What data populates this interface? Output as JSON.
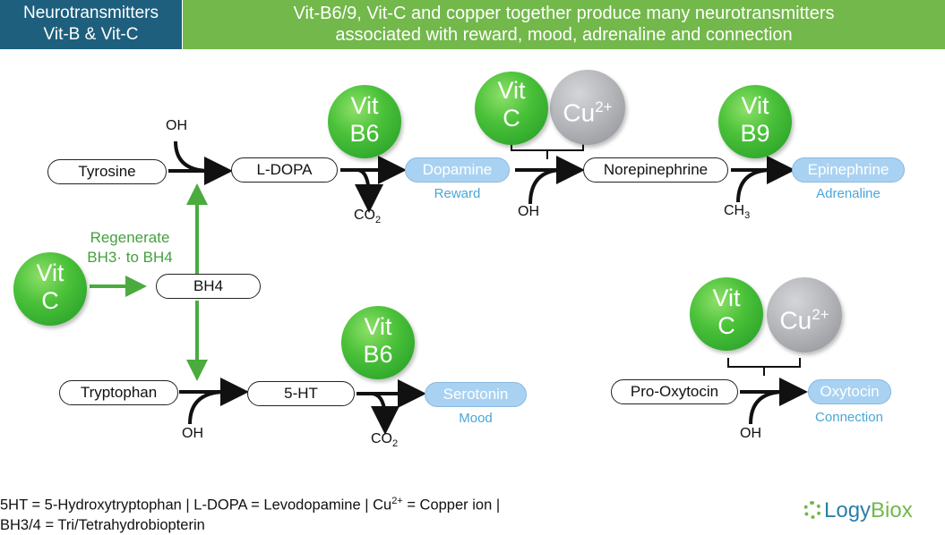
{
  "header": {
    "left_line1": "Neurotransmitters",
    "left_line2": "Vit-B & Vit-C",
    "right_line1": "Vit-B6/9, Vit-C and copper together produce many neurotransmitters",
    "right_line2": "associated with reward, mood, adrenaline and connection"
  },
  "nodes": {
    "tyrosine": "Tyrosine",
    "ldopa": "L-DOPA",
    "norepinephrine": "Norepinephrine",
    "bh4": "BH4",
    "tryptophan": "Tryptophan",
    "five_ht": "5-HT",
    "pro_oxytocin": "Pro-Oxytocin"
  },
  "products": {
    "dopamine": {
      "name": "Dopamine",
      "role": "Reward"
    },
    "epinephrine": {
      "name": "Epinephrine",
      "role": "Adrenaline"
    },
    "serotonin": {
      "name": "Serotonin",
      "role": "Mood"
    },
    "oxytocin": {
      "name": "Oxytocin",
      "role": "Connection"
    }
  },
  "cofactors": {
    "vit_b6": {
      "line1": "Vit",
      "line2": "B6"
    },
    "vit_b9": {
      "line1": "Vit",
      "line2": "B9"
    },
    "vit_c": {
      "line1": "Vit",
      "line2": "C"
    },
    "copper": {
      "base": "Cu",
      "sup": "2+"
    }
  },
  "groups": {
    "oh": "OH",
    "co2_base": "CO",
    "co2_sub": "2",
    "ch3_base": "CH",
    "ch3_sub": "3"
  },
  "regenerate": {
    "line1": "Regenerate",
    "line2": "BH3· to BH4"
  },
  "footer": {
    "line1_a": "5HT = 5-Hydroxytryptophan | L-DOPA = Levodopamine | Cu",
    "line1_sup": "2+",
    "line1_b": " = Copper ion |",
    "line2": "BH3/4 = Tri/Tetrahydrobiopterin"
  },
  "brand": {
    "part1": "Logy",
    "part2": "Biox"
  },
  "colors": {
    "header_left_bg": "#1e5f7e",
    "header_right_bg": "#72b84a",
    "vitamin_green": "#3db035",
    "copper_gray": "#a9aaae",
    "product_blue": "#a9d2f2",
    "regenerate_green": "#45a03c"
  }
}
